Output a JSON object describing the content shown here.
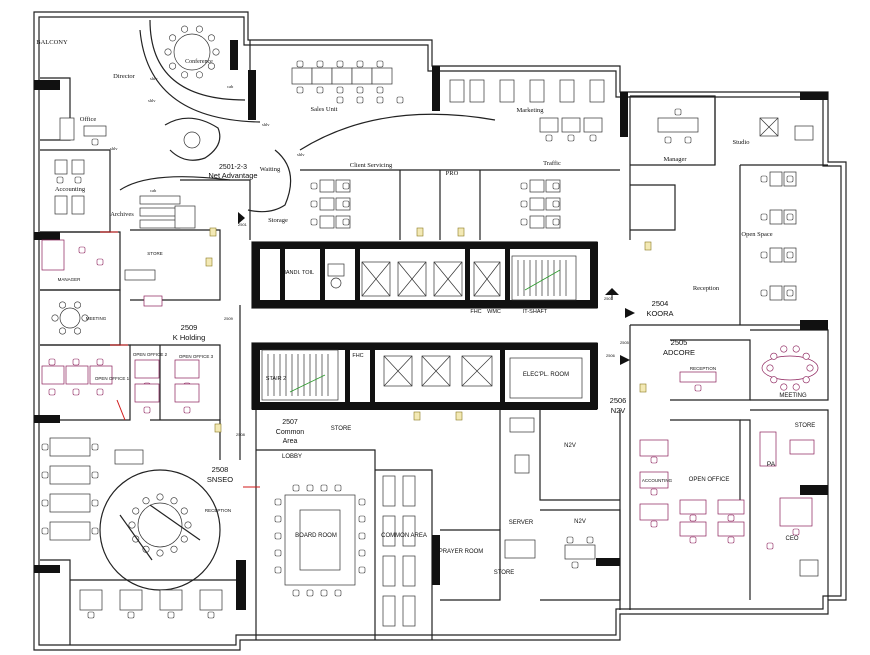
{
  "rooms": {
    "balcony": "BALCONY",
    "director": "Director",
    "conference": "Conference",
    "office": "Office",
    "accounting_top": "Accounting",
    "archives": "Archives",
    "sales_unit": "Sales Unit",
    "marketing": "Marketing",
    "traffic": "Traffic",
    "client_servicing": "Client Servicing",
    "pro": "PRO",
    "waiting": "Waiting",
    "storage": "Storage",
    "manager_right": "Manager",
    "studio": "Studio",
    "open_space": "Open Space",
    "reception_right": "Reception",
    "store_left": "STORE",
    "manager_left": "MANAGER",
    "meeting_left": "MEETING",
    "open_office_left_1": "OPEN OFFICE 1",
    "open_office_left_2": "OPEN OFFICE 2",
    "open_office_left_3": "OPEN OFFICE 3",
    "handi_toil": "HANDI. TOIL",
    "fhc_1": "FHC",
    "wmc": "WMC",
    "it_shaft": "IT-SHAFT",
    "stair": "STAIR 2",
    "fhc_2": "FHC",
    "elec_room": "ELEC'PL. ROOM",
    "store_center": "STORE",
    "lobby": "LOBBY",
    "n2v_room": "N2V",
    "server": "SERVER",
    "n2v_room_2": "N2V",
    "board_room": "BOARD ROOM",
    "common_area": "COMMON AREA",
    "prayer_room": "PRAYER ROOM",
    "store_bottom": "STORE",
    "reception_left": "RECEPTION",
    "reception_mid": "RECEPTION",
    "meeting_right": "MEETING",
    "store_right": "STORE",
    "pa": "PA",
    "accounting_right": "ACCOUNTING",
    "open_office_right": "OPEN OFFICE",
    "ceo": "CEO",
    "shlv_1": "shlv",
    "shlv_2": "shlv",
    "shlv_3": "shlv",
    "shlv_4": "shlv",
    "shlv_5": "shlv",
    "cab_1": "cab",
    "cab_2": "cab",
    "door_2501": "2501",
    "door_2508": "2508",
    "door_2505": "2505",
    "door_2506": "2506",
    "door_2507": "2507",
    "door_2509": "2509"
  },
  "units": {
    "u2501_num": "2501-2-3",
    "u2501_name": "Net Advantage",
    "u2509_num": "2509",
    "u2509_name": "K Holding",
    "u2507_num": "2507",
    "u2507_name": "Common",
    "u2507_name2": "Area",
    "u2508_num": "2508",
    "u2508_name": "SNSEO",
    "u2504_num": "2504",
    "u2504_name": "KOORA",
    "u2505_num": "2505",
    "u2505_name": "ADCORE",
    "u2506_num": "2506",
    "u2506_name": "N2V"
  },
  "colors": {
    "wall": "#222222",
    "furniture_accent": "#8b1f5a",
    "toilet_fill": "#f3e9b5",
    "door_mark": "#d01818",
    "stair_arrow": "#2a9a2a"
  }
}
